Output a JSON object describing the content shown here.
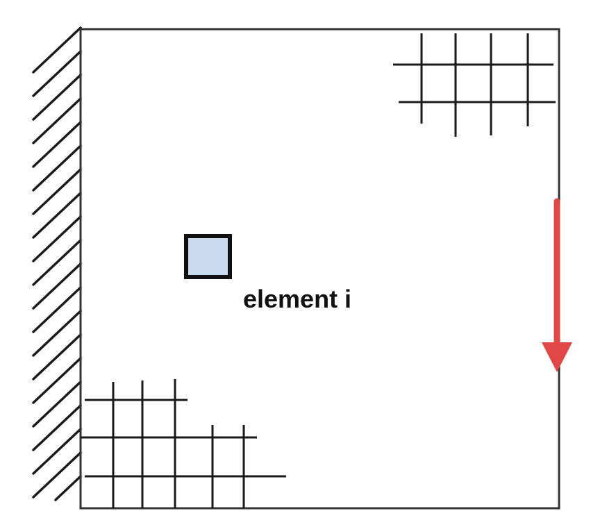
{
  "diagram": {
    "element_label": "element i"
  },
  "colors": {
    "line": "#1a1a1a",
    "element_fill": "#c9daf0",
    "arrow": "#e04848",
    "background": "#ffffff"
  },
  "icons": {
    "fixed_support": "hatched-wall",
    "load": "down-arrow",
    "mesh": "grid-lines"
  }
}
